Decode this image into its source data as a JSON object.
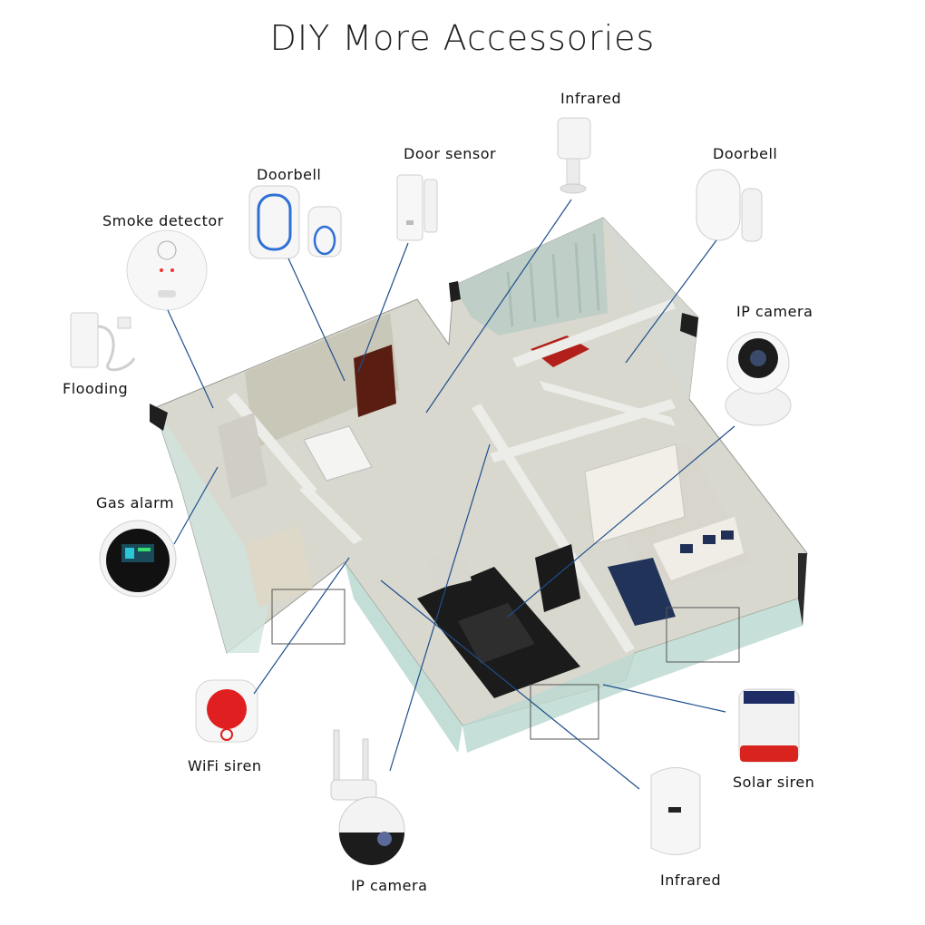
{
  "page": {
    "title": "DIY More Accessories"
  },
  "devices": {
    "infrared_top": "Infrared",
    "door_sensor": "Door sensor",
    "doorbell_right": "Doorbell",
    "doorbell_left": "Doorbell",
    "smoke_detector": "Smoke detector",
    "flooding": "Flooding",
    "ip_camera_right": "IP camera",
    "gas_alarm": "Gas alarm",
    "wifi_siren": "WiFi siren",
    "solar_siren": "Solar siren",
    "ip_camera_bottom": "IP camera",
    "infrared_bottom": "Infrared"
  },
  "colors": {
    "connector_line": "#1f4e8c",
    "wall": "#e6e6e3",
    "floor": "#d9d8cf",
    "siren_red": "#e02020",
    "doorbell_ring": "#2f6fd6"
  }
}
